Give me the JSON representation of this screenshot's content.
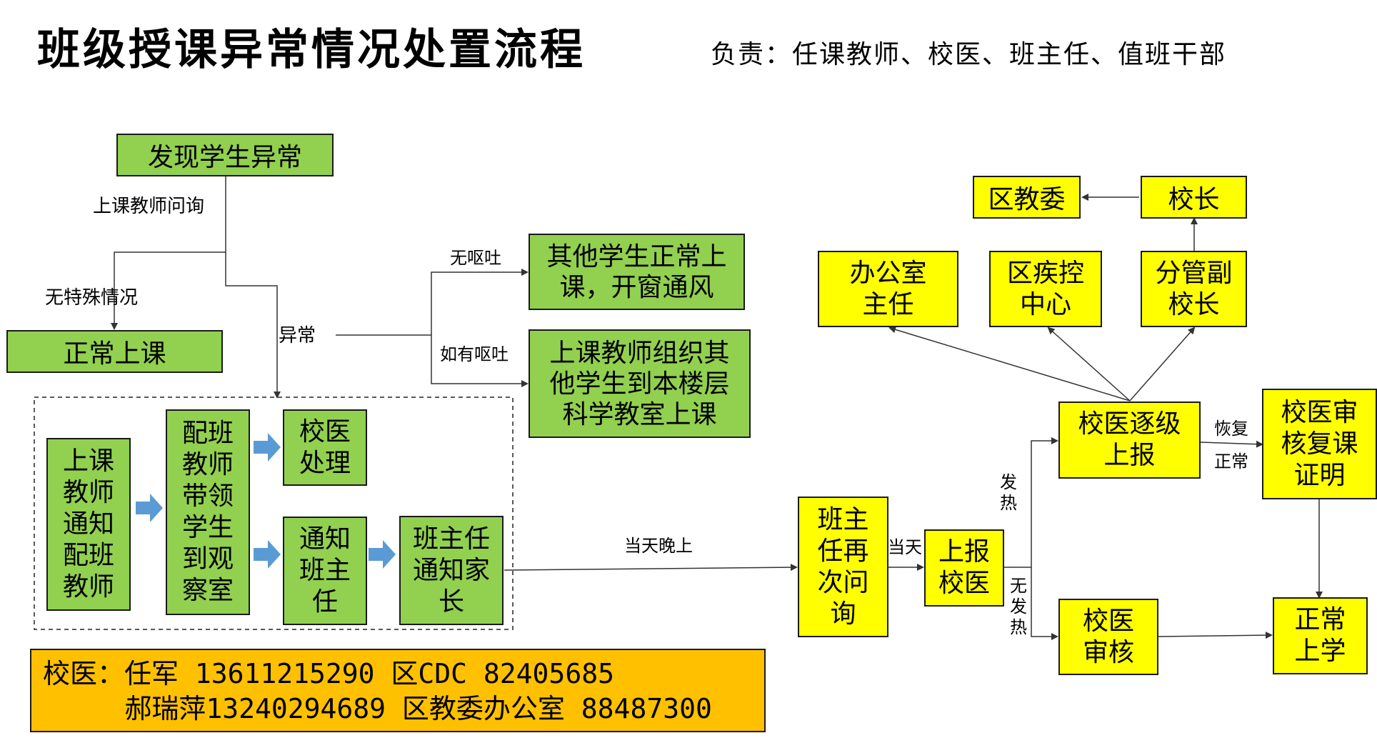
{
  "title": "班级授课异常情况处置流程",
  "responsible": "负责：任课教师、校医、班主任、值班干部",
  "nodes": {
    "discover": "发现学生异常",
    "normal_class": "正常上课",
    "others_normal": "其他学生正常上\n课，开窗通风",
    "others_move": "上课教师组织其\n他学生到本楼层\n科学教室上课",
    "notify_teacher": "上课\n教师\n通知\n配班\n教师",
    "lead_student": "配班\n教师\n带领\n学生\n到观\n察室",
    "doctor_handle": "校医\n处理",
    "notify_head": "通知\n班主\n任",
    "notify_parent": "班主任\n通知家\n长",
    "head_ask": "班主\n任再\n次问\n询",
    "report_doctor": "上报\n校医",
    "doctor_report_up": "校医逐级\n上报",
    "doctor_review_cert": "校医审\n核复课\n证明",
    "doctor_review": "校医\n审核",
    "back_school": "正常\n上学",
    "office_director": "办公室\n主任",
    "district_cdc": "区疾控\n中心",
    "vice_principal": "分管副\n校长",
    "principal": "校长",
    "district_edu": "区教委"
  },
  "edge_labels": {
    "teacher_ask": "上课教师问询",
    "no_special": "无特殊情况",
    "abnormal": "异常",
    "no_vomit": "无呕吐",
    "if_vomit": "如有呕吐",
    "same_evening": "当天晚上",
    "same_day": "当天",
    "fever": "发\n热",
    "no_fever": "无\n发\n热",
    "recover": "恢复",
    "normal": "正常"
  },
  "contact": {
    "line1": "校医：任军 13611215290 区CDC 82405685",
    "line2": "     郝瑞萍13240294689 区教委办公室 88487300"
  },
  "colors": {
    "green": "#92d050",
    "yellow": "#ffff00",
    "orange": "#ffc000",
    "arrow_blue": "#5b9bd5"
  }
}
